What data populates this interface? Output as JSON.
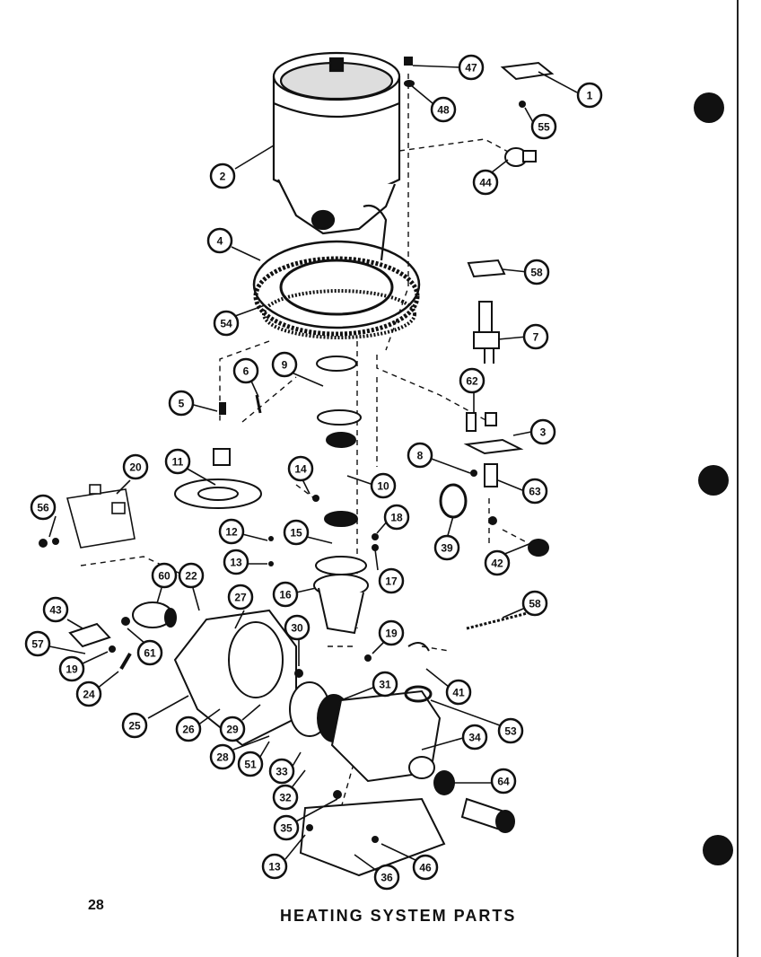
{
  "title": "HEATING SYSTEM PARTS",
  "page_number": "28",
  "callouts": [
    "47",
    "1",
    "48",
    "55",
    "2",
    "44",
    "4",
    "58",
    "54",
    "7",
    "9",
    "6",
    "5",
    "62",
    "3",
    "8",
    "63",
    "11",
    "20",
    "14",
    "10",
    "56",
    "18",
    "39",
    "42",
    "12",
    "15",
    "17",
    "13",
    "16",
    "60",
    "22",
    "58",
    "43",
    "27",
    "30",
    "19",
    "57",
    "61",
    "19",
    "24",
    "31",
    "41",
    "53",
    "25",
    "26",
    "29",
    "28",
    "51",
    "34",
    "33",
    "64",
    "32",
    "35",
    "13",
    "36",
    "46"
  ]
}
